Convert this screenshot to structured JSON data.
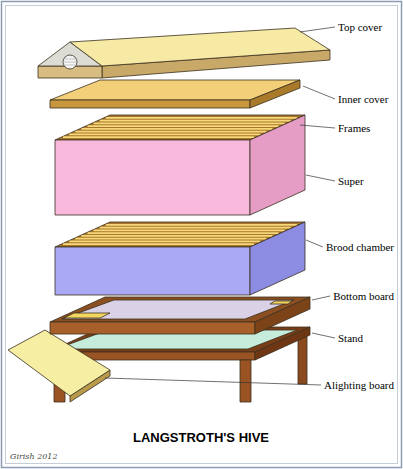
{
  "diagram": {
    "title": "LANGSTROTH'S HIVE",
    "labels": [
      "Top cover",
      "Inner cover",
      "Frames",
      "Super",
      "Brood chamber",
      "Bottom board",
      "Stand",
      "Alighting board",
      "Girish 2012"
    ]
  }
}
